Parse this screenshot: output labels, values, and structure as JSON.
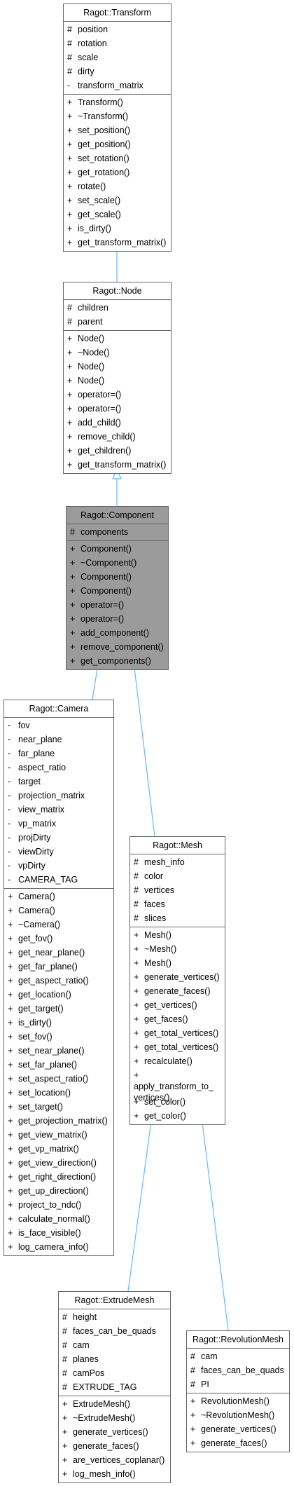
{
  "diagram": {
    "edge_color": "#63b8ff",
    "highlight_color": "#9b9b9b",
    "classes": [
      {
        "id": "transform",
        "name": "Ragot::Transform",
        "attributes": [
          {
            "vis": "#",
            "name": "position"
          },
          {
            "vis": "#",
            "name": "rotation"
          },
          {
            "vis": "#",
            "name": "scale"
          },
          {
            "vis": "#",
            "name": "dirty"
          },
          {
            "vis": "-",
            "name": "transform_matrix"
          }
        ],
        "methods": [
          {
            "vis": "+",
            "name": "Transform()"
          },
          {
            "vis": "+",
            "name": "~Transform()"
          },
          {
            "vis": "+",
            "name": "set_position()"
          },
          {
            "vis": "+",
            "name": "get_position()"
          },
          {
            "vis": "+",
            "name": "set_rotation()"
          },
          {
            "vis": "+",
            "name": "get_rotation()"
          },
          {
            "vis": "+",
            "name": "rotate()"
          },
          {
            "vis": "+",
            "name": "set_scale()"
          },
          {
            "vis": "+",
            "name": "get_scale()"
          },
          {
            "vis": "+",
            "name": "is_dirty()"
          },
          {
            "vis": "+",
            "name": "get_transform_matrix()"
          }
        ]
      },
      {
        "id": "node",
        "name": "Ragot::Node",
        "attributes": [
          {
            "vis": "#",
            "name": "children"
          },
          {
            "vis": "#",
            "name": "parent"
          }
        ],
        "methods": [
          {
            "vis": "+",
            "name": "Node()"
          },
          {
            "vis": "+",
            "name": "~Node()"
          },
          {
            "vis": "+",
            "name": "Node()"
          },
          {
            "vis": "+",
            "name": "Node()"
          },
          {
            "vis": "+",
            "name": "operator=()"
          },
          {
            "vis": "+",
            "name": "operator=()"
          },
          {
            "vis": "+",
            "name": "add_child()"
          },
          {
            "vis": "+",
            "name": "remove_child()"
          },
          {
            "vis": "+",
            "name": "get_children()"
          },
          {
            "vis": "+",
            "name": "get_transform_matrix()"
          }
        ]
      },
      {
        "id": "component",
        "name": "Ragot::Component",
        "highlighted": true,
        "attributes": [
          {
            "vis": "#",
            "name": "components"
          }
        ],
        "methods": [
          {
            "vis": "+",
            "name": "Component()"
          },
          {
            "vis": "+",
            "name": "~Component()"
          },
          {
            "vis": "+",
            "name": "Component()"
          },
          {
            "vis": "+",
            "name": "Component()"
          },
          {
            "vis": "+",
            "name": "operator=()"
          },
          {
            "vis": "+",
            "name": "operator=()"
          },
          {
            "vis": "+",
            "name": "add_component()"
          },
          {
            "vis": "+",
            "name": "remove_component()"
          },
          {
            "vis": "+",
            "name": "get_components()"
          }
        ]
      },
      {
        "id": "camera",
        "name": "Ragot::Camera",
        "attributes": [
          {
            "vis": "-",
            "name": "fov"
          },
          {
            "vis": "-",
            "name": "near_plane"
          },
          {
            "vis": "-",
            "name": "far_plane"
          },
          {
            "vis": "-",
            "name": "aspect_ratio"
          },
          {
            "vis": "-",
            "name": "target"
          },
          {
            "vis": "-",
            "name": "projection_matrix"
          },
          {
            "vis": "-",
            "name": "view_matrix"
          },
          {
            "vis": "-",
            "name": "vp_matrix"
          },
          {
            "vis": "-",
            "name": "projDirty"
          },
          {
            "vis": "-",
            "name": "viewDirty"
          },
          {
            "vis": "-",
            "name": "vpDirty"
          },
          {
            "vis": "-",
            "name": "CAMERA_TAG"
          }
        ],
        "methods": [
          {
            "vis": "+",
            "name": "Camera()"
          },
          {
            "vis": "+",
            "name": "Camera()"
          },
          {
            "vis": "+",
            "name": "~Camera()"
          },
          {
            "vis": "+",
            "name": "get_fov()"
          },
          {
            "vis": "+",
            "name": "get_near_plane()"
          },
          {
            "vis": "+",
            "name": "get_far_plane()"
          },
          {
            "vis": "+",
            "name": "get_aspect_ratio()"
          },
          {
            "vis": "+",
            "name": "get_location()"
          },
          {
            "vis": "+",
            "name": "get_target()"
          },
          {
            "vis": "+",
            "name": "is_dirty()"
          },
          {
            "vis": "+",
            "name": "set_fov()"
          },
          {
            "vis": "+",
            "name": "set_near_plane()"
          },
          {
            "vis": "+",
            "name": "set_far_plane()"
          },
          {
            "vis": "+",
            "name": "set_aspect_ratio()"
          },
          {
            "vis": "+",
            "name": "set_location()"
          },
          {
            "vis": "+",
            "name": "set_target()"
          },
          {
            "vis": "+",
            "name": "get_projection_matrix()"
          },
          {
            "vis": "+",
            "name": "get_view_matrix()"
          },
          {
            "vis": "+",
            "name": "get_vp_matrix()"
          },
          {
            "vis": "+",
            "name": "get_view_direction()"
          },
          {
            "vis": "+",
            "name": "get_right_direction()"
          },
          {
            "vis": "+",
            "name": "get_up_direction()"
          },
          {
            "vis": "+",
            "name": "project_to_ndc()"
          },
          {
            "vis": "+",
            "name": "calculate_normal()"
          },
          {
            "vis": "+",
            "name": "is_face_visible()"
          },
          {
            "vis": "+",
            "name": "log_camera_info()"
          }
        ]
      },
      {
        "id": "mesh",
        "name": "Ragot::Mesh",
        "attributes": [
          {
            "vis": "#",
            "name": "mesh_info"
          },
          {
            "vis": "#",
            "name": "color"
          },
          {
            "vis": "#",
            "name": "vertices"
          },
          {
            "vis": "#",
            "name": "faces"
          },
          {
            "vis": "#",
            "name": "slices"
          }
        ],
        "methods": [
          {
            "vis": "+",
            "name": "Mesh()"
          },
          {
            "vis": "+",
            "name": "~Mesh()"
          },
          {
            "vis": "+",
            "name": "Mesh()"
          },
          {
            "vis": "+",
            "name": "generate_vertices()"
          },
          {
            "vis": "+",
            "name": "generate_faces()"
          },
          {
            "vis": "+",
            "name": "get_vertices()"
          },
          {
            "vis": "+",
            "name": "get_faces()"
          },
          {
            "vis": "+",
            "name": "get_total_vertices()"
          },
          {
            "vis": "+",
            "name": "get_total_vertices()"
          },
          {
            "vis": "+",
            "name": "recalculate()"
          },
          {
            "vis": "+",
            "name": "apply_transform_to_vertices()"
          },
          {
            "vis": "+",
            "name": "set_color()"
          },
          {
            "vis": "+",
            "name": "get_color()"
          }
        ]
      },
      {
        "id": "extrude",
        "name": "Ragot::ExtrudeMesh",
        "attributes": [
          {
            "vis": "#",
            "name": "height"
          },
          {
            "vis": "#",
            "name": "faces_can_be_quads"
          },
          {
            "vis": "#",
            "name": "cam"
          },
          {
            "vis": "#",
            "name": "planes"
          },
          {
            "vis": "#",
            "name": "camPos"
          },
          {
            "vis": "#",
            "name": "EXTRUDE_TAG"
          }
        ],
        "methods": [
          {
            "vis": "+",
            "name": "ExtrudeMesh()"
          },
          {
            "vis": "+",
            "name": "~ExtrudeMesh()"
          },
          {
            "vis": "+",
            "name": "generate_vertices()"
          },
          {
            "vis": "+",
            "name": "generate_faces()"
          },
          {
            "vis": "+",
            "name": "are_vertices_coplanar()"
          },
          {
            "vis": "+",
            "name": "log_mesh_info()"
          }
        ]
      },
      {
        "id": "revolution",
        "name": "Ragot::RevolutionMesh",
        "attributes": [
          {
            "vis": "#",
            "name": "cam"
          },
          {
            "vis": "#",
            "name": "faces_can_be_quads"
          },
          {
            "vis": "#",
            "name": "PI"
          }
        ],
        "methods": [
          {
            "vis": "+",
            "name": "RevolutionMesh()"
          },
          {
            "vis": "+",
            "name": "~RevolutionMesh()"
          },
          {
            "vis": "+",
            "name": "generate_vertices()"
          },
          {
            "vis": "+",
            "name": "generate_faces()"
          }
        ]
      }
    ],
    "edges": [
      {
        "from": "node",
        "to": "transform"
      },
      {
        "from": "component",
        "to": "node"
      },
      {
        "from": "camera",
        "to": "component"
      },
      {
        "from": "mesh",
        "to": "component"
      },
      {
        "from": "extrude",
        "to": "mesh"
      },
      {
        "from": "revolution",
        "to": "mesh"
      }
    ]
  }
}
